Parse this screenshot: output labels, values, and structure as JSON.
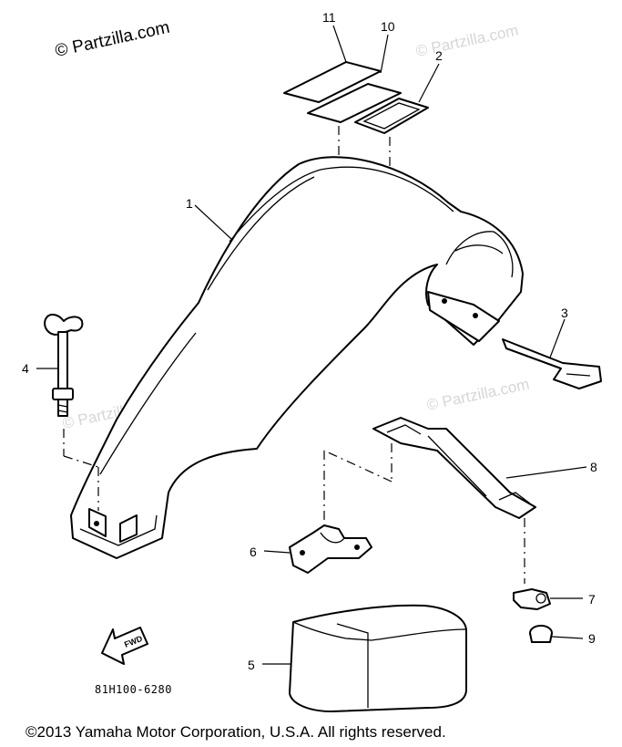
{
  "watermarks": {
    "primary": "© Partzilla.com",
    "faint": "© Partzilla.com"
  },
  "callouts": {
    "p1": "1",
    "p2": "2",
    "p3": "3",
    "p4": "4",
    "p5": "5",
    "p6": "6",
    "p7": "7",
    "p8": "8",
    "p9": "9",
    "p10": "10",
    "p11": "11"
  },
  "arrow_label": "FWD",
  "diagram_code": "81H100-6280",
  "copyright": "©2013 Yamaha Motor Corporation, U.S.A. All rights reserved."
}
